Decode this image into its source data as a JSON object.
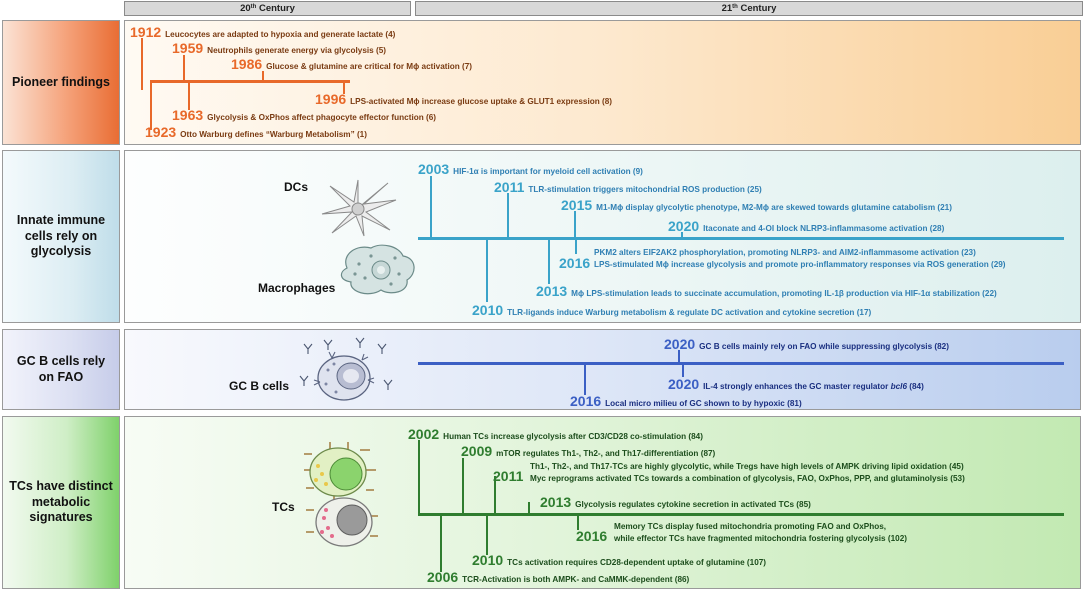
{
  "header": {
    "c20": {
      "num": "20",
      "suffix": "th",
      "word": "Century"
    },
    "c21": {
      "num": "21",
      "suffix": "th",
      "word": "Century"
    }
  },
  "colors": {
    "pioneer": "#e8692a",
    "innate": "#3aa3c9",
    "gcb": "#3b5fc4",
    "tcs": "#2f7d2f"
  },
  "sections": {
    "pioneer": {
      "label": "Pioneer findings",
      "events": [
        {
          "year": "1912",
          "text": "Leucocytes are adapted to hypoxia and generate lactate (4)"
        },
        {
          "year": "1959",
          "text": "Neutrophils generate energy via glycolysis (5)"
        },
        {
          "year": "1986",
          "text": "Glucose & glutamine are critical for Mϕ activation (7)"
        },
        {
          "year": "1996",
          "text": "LPS-activated Mϕ increase glucose uptake & GLUT1 expression (8)"
        },
        {
          "year": "1963",
          "text": "Glycolysis & OxPhos affect phagocyte effector function (6)"
        },
        {
          "year": "1923",
          "text": "Otto Warburg defines “Warburg Metabolism” (1)"
        }
      ]
    },
    "innate": {
      "label": "Innate immune cells rely on glycolysis",
      "cells": {
        "dcs": "DCs",
        "macrophages": "Macrophages"
      },
      "events": [
        {
          "year": "2003",
          "text": "HIF-1α is important for myeloid cell activation (9)"
        },
        {
          "year": "2011",
          "text": "TLR-stimulation triggers mitochondrial ROS production (25)"
        },
        {
          "year": "2015",
          "text": "M1-Mϕ display glycolytic phenotype, M2-Mϕ are skewed towards glutamine catabolism (21)"
        },
        {
          "year": "2020",
          "text": "Itaconate and 4-OI block NLRP3-inflammasome activation (28)"
        },
        {
          "year": "2016",
          "text": "PKM2 alters EIF2AK2 phosphorylation, promoting NLRP3- and AIM2-inflammasome activation (23)",
          "text2": "LPS-stimulated Mϕ increase glycolysis and promote pro-inflammatory responses via ROS generation (29)"
        },
        {
          "year": "2013",
          "text": "Mϕ LPS-stimulation leads to succinate accumulation, promoting IL-1β production via HIF-1α stabilization (22)"
        },
        {
          "year": "2010",
          "text": "TLR-ligands induce Warburg metabolism & regulate DC activation and cytokine secretion (17)"
        }
      ]
    },
    "gcb": {
      "label": "GC B cells rely on FAO",
      "cells": {
        "gcb": "GC B cells"
      },
      "events": [
        {
          "year": "2020",
          "text": "GC B cells mainly rely on FAO while suppressing glycolysis (82)"
        },
        {
          "year": "2020",
          "text": "IL-4 strongly enhances the GC master regulator ",
          "italic": "bcl6",
          "tail": " (84)"
        },
        {
          "year": "2016",
          "text": "Local micro milieu of GC shown to by hypoxic (81)"
        }
      ]
    },
    "tcs": {
      "label": "TCs have distinct metabolic signatures",
      "cells": {
        "tcs": "TCs"
      },
      "events": [
        {
          "year": "2002",
          "text": "Human TCs increase glycolysis after CD3/CD28 co-stimulation (84)"
        },
        {
          "year": "2009",
          "text": "mTOR regulates Th1-, Th2-, and Th17-differentiation (87)"
        },
        {
          "year": "2011",
          "text": "Th1-, Th2-, and Th17-TCs are highly glycolytic, while Tregs have high levels of AMPK driving lipid oxidation (45)",
          "text2": "Myc reprograms activated TCs towards a combination of glycolysis, FAO, OxPhos, PPP, and glutaminolysis (53)"
        },
        {
          "year": "2013",
          "text": "Glycolysis regulates cytokine secretion in activated TCs (85)"
        },
        {
          "year": "2016",
          "text": "Memory TCs display fused mitochondria promoting FAO and OxPhos,",
          "text2": "while effector TCs have fragmented mitochondria fostering glycolysis (102)"
        },
        {
          "year": "2010",
          "text": "TCs activation requires CD28-dependent uptake of glutamine (107)"
        },
        {
          "year": "2006",
          "text": "TCR-Activation is both AMPK- and CaMMK-dependent (86)"
        }
      ]
    }
  }
}
